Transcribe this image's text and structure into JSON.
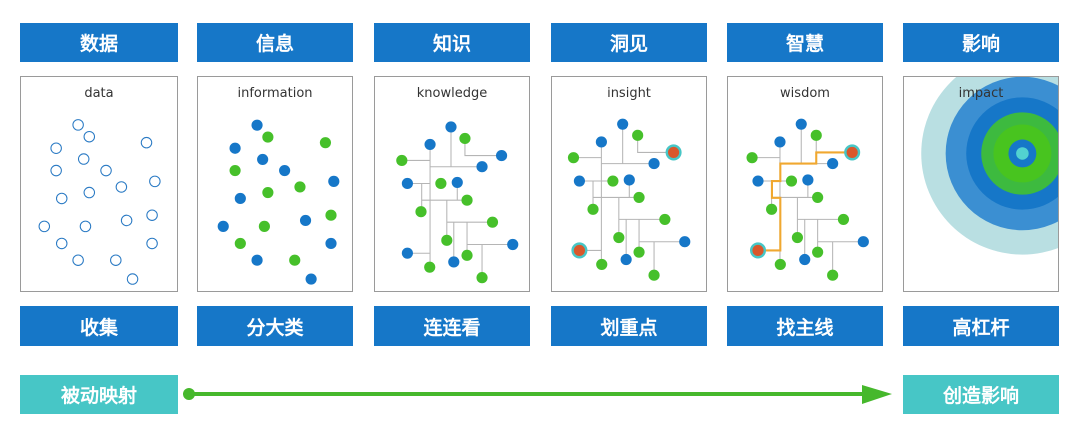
{
  "stages": [
    {
      "title": "数据",
      "en": "data",
      "action": "收集"
    },
    {
      "title": "信息",
      "en": "information",
      "action": "分大类"
    },
    {
      "title": "知识",
      "en": "knowledge",
      "action": "连连看"
    },
    {
      "title": "洞见",
      "en": "insight",
      "action": "划重点"
    },
    {
      "title": "智慧",
      "en": "wisdom",
      "action": "找主线"
    },
    {
      "title": "影响",
      "en": "impact",
      "action": "高杠杆"
    }
  ],
  "flow": {
    "start": "被动映射",
    "end": "创造影响"
  },
  "colors": {
    "blue": "#1677c8",
    "green": "#46c02a",
    "teal": "#47c6c6",
    "orange": "#d9572b",
    "path": "#f0a830",
    "line": "#b5b5b5"
  }
}
